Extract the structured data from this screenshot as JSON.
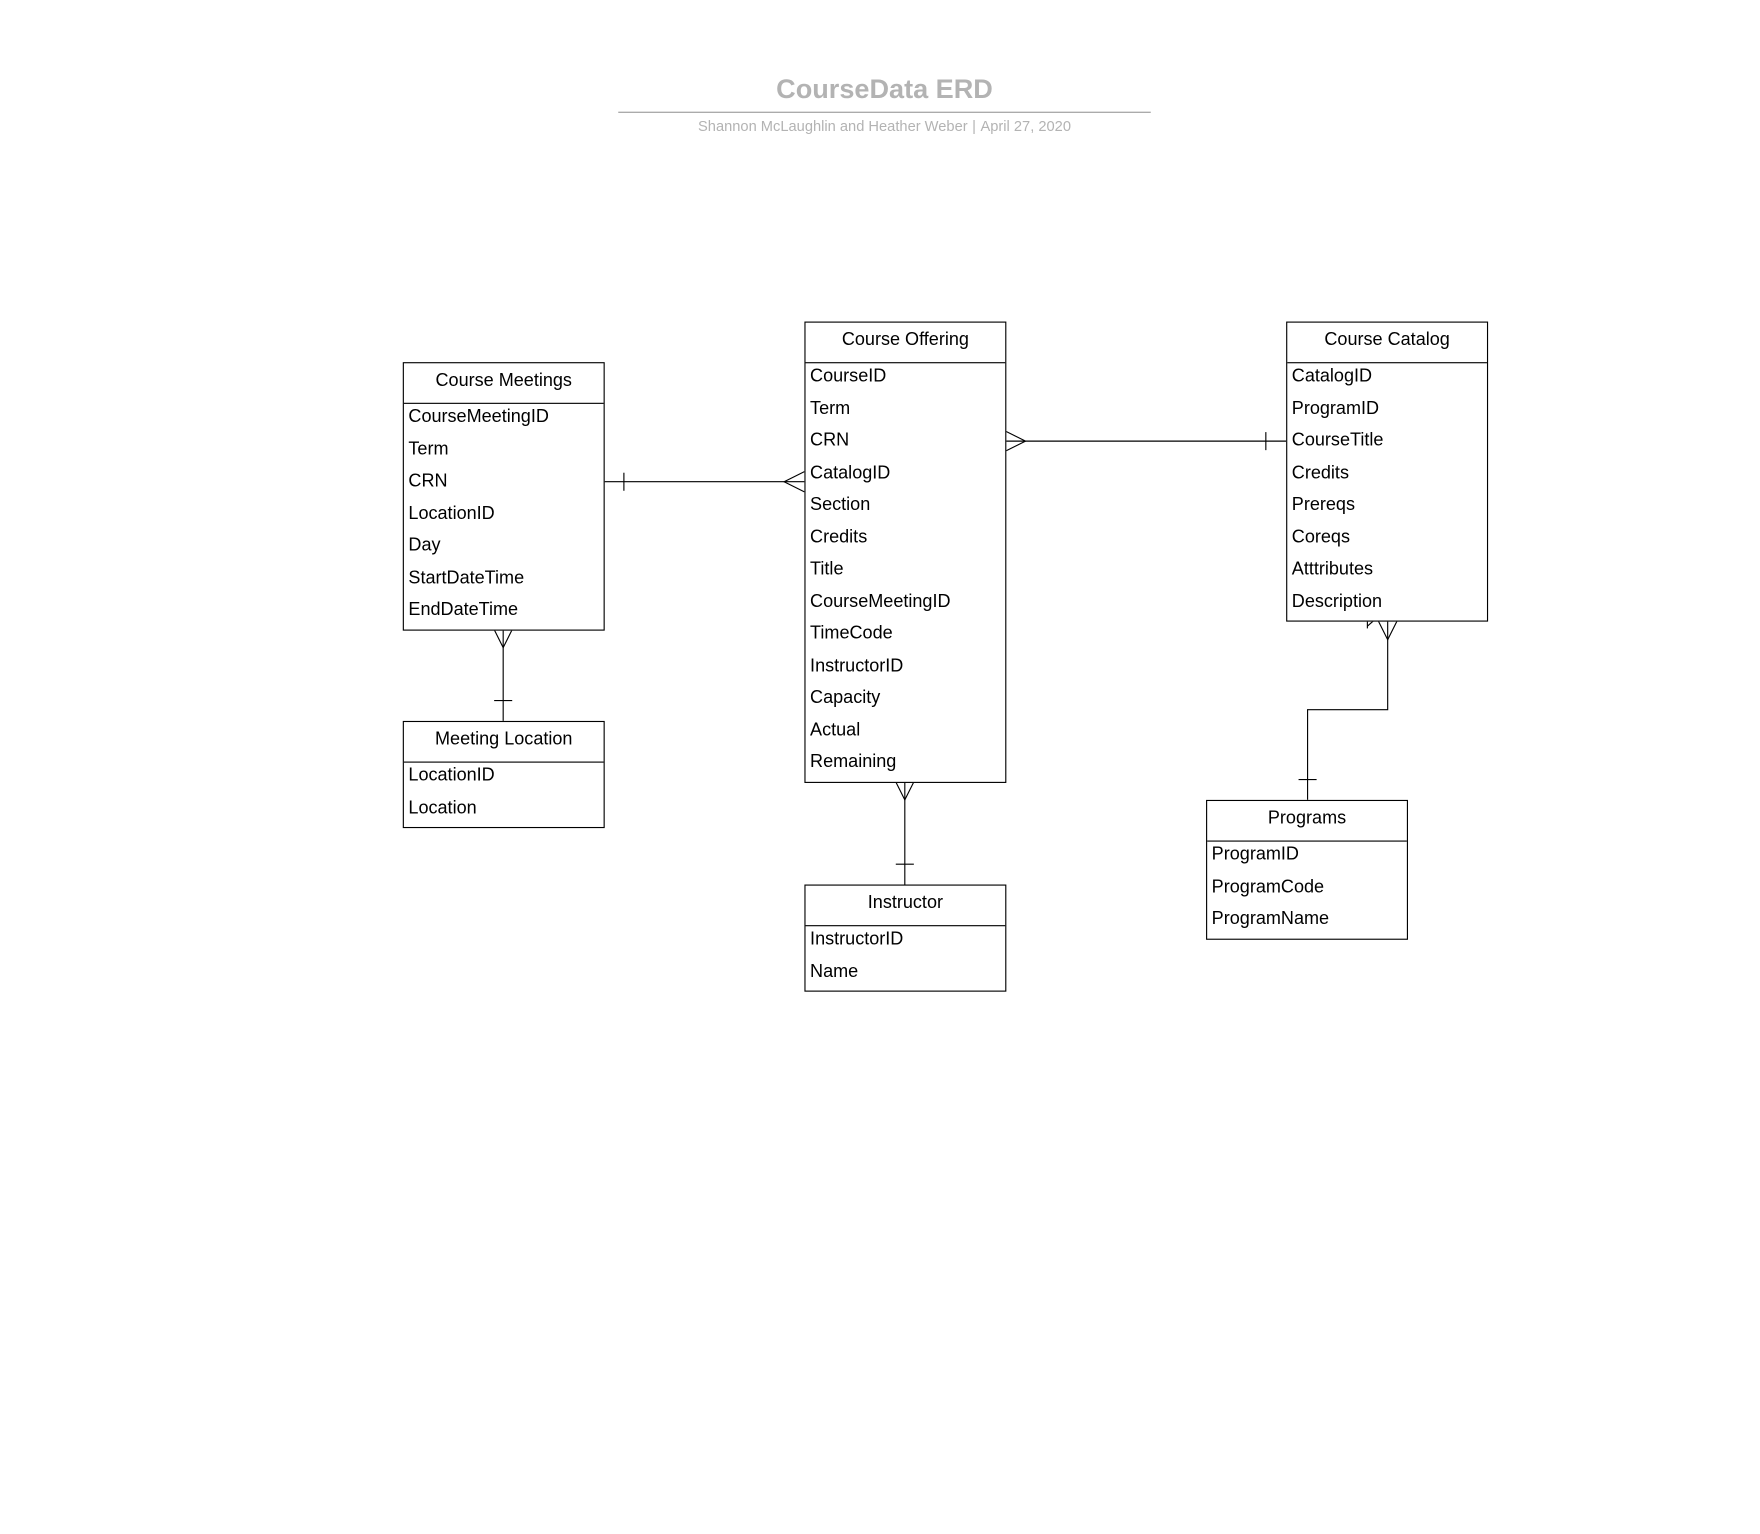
{
  "header": {
    "title": "CourseData ERD",
    "authors": "Shannon McLaughlin and Heather Weber",
    "separator": "|",
    "date": "April 27, 2020"
  },
  "entities": {
    "course_meetings": {
      "name": "Course Meetings",
      "fields": [
        "CourseMeetingID",
        "Term",
        "CRN",
        "LocationID",
        "Day",
        "StartDateTime",
        "EndDateTime"
      ]
    },
    "course_offering": {
      "name": "Course Offering",
      "fields": [
        "CourseID",
        "Term",
        "CRN",
        "CatalogID",
        "Section",
        "Credits",
        "Title",
        "CourseMeetingID",
        "TimeCode",
        "InstructorID",
        "Capacity",
        "Actual",
        "Remaining"
      ]
    },
    "course_catalog": {
      "name": "Course Catalog",
      "fields": [
        "CatalogID",
        "ProgramID",
        "CourseTitle",
        "Credits",
        "Prereqs",
        "Coreqs",
        "Atttributes",
        "Description"
      ]
    },
    "meeting_location": {
      "name": "Meeting Location",
      "fields": [
        "LocationID",
        "Location"
      ]
    },
    "instructor": {
      "name": "Instructor",
      "fields": [
        "InstructorID",
        "Name"
      ]
    },
    "programs": {
      "name": "Programs",
      "fields": [
        "ProgramID",
        "ProgramCode",
        "ProgramName"
      ]
    }
  },
  "relationships": [
    {
      "from": "Course Meetings",
      "from_cardinality": "one",
      "to": "Course Offering",
      "to_cardinality": "many"
    },
    {
      "from": "Course Offering",
      "from_cardinality": "many",
      "to": "Course Catalog",
      "to_cardinality": "one"
    },
    {
      "from": "Course Meetings",
      "from_cardinality": "many",
      "to": "Meeting Location",
      "to_cardinality": "one"
    },
    {
      "from": "Course Offering",
      "from_cardinality": "many",
      "to": "Instructor",
      "to_cardinality": "one"
    },
    {
      "from": "Course Catalog",
      "from_cardinality": "one-or-many",
      "to": "Programs",
      "to_cardinality": "one"
    }
  ]
}
